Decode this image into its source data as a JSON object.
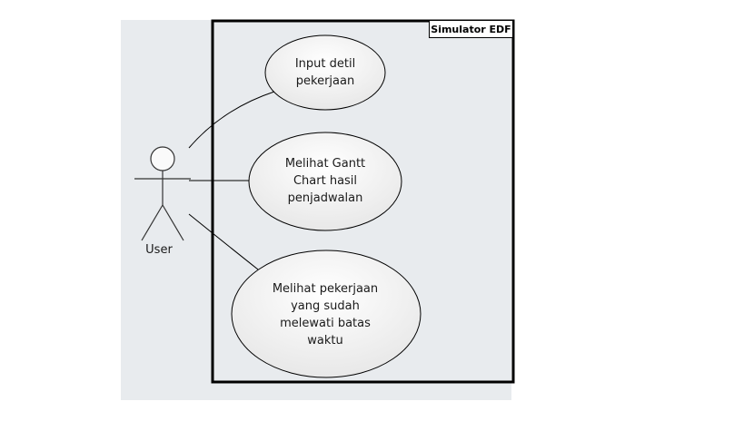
{
  "diagram": {
    "system": {
      "title": "Simulator EDF"
    },
    "actor": {
      "label": "User"
    },
    "use_cases": [
      {
        "line1": "Input detil",
        "line2": "pekerjaan"
      },
      {
        "line1": "Melihat Gantt",
        "line2": "Chart hasil",
        "line3": "penjadwalan"
      },
      {
        "line1": "Melihat pekerjaan",
        "line2": "yang sudah",
        "line3": "melewati batas",
        "line4": "waktu"
      }
    ],
    "colors": {
      "background_panel": "#e8ebee",
      "use_case_fill": "#f2f2f2",
      "stroke": "#000000"
    }
  }
}
